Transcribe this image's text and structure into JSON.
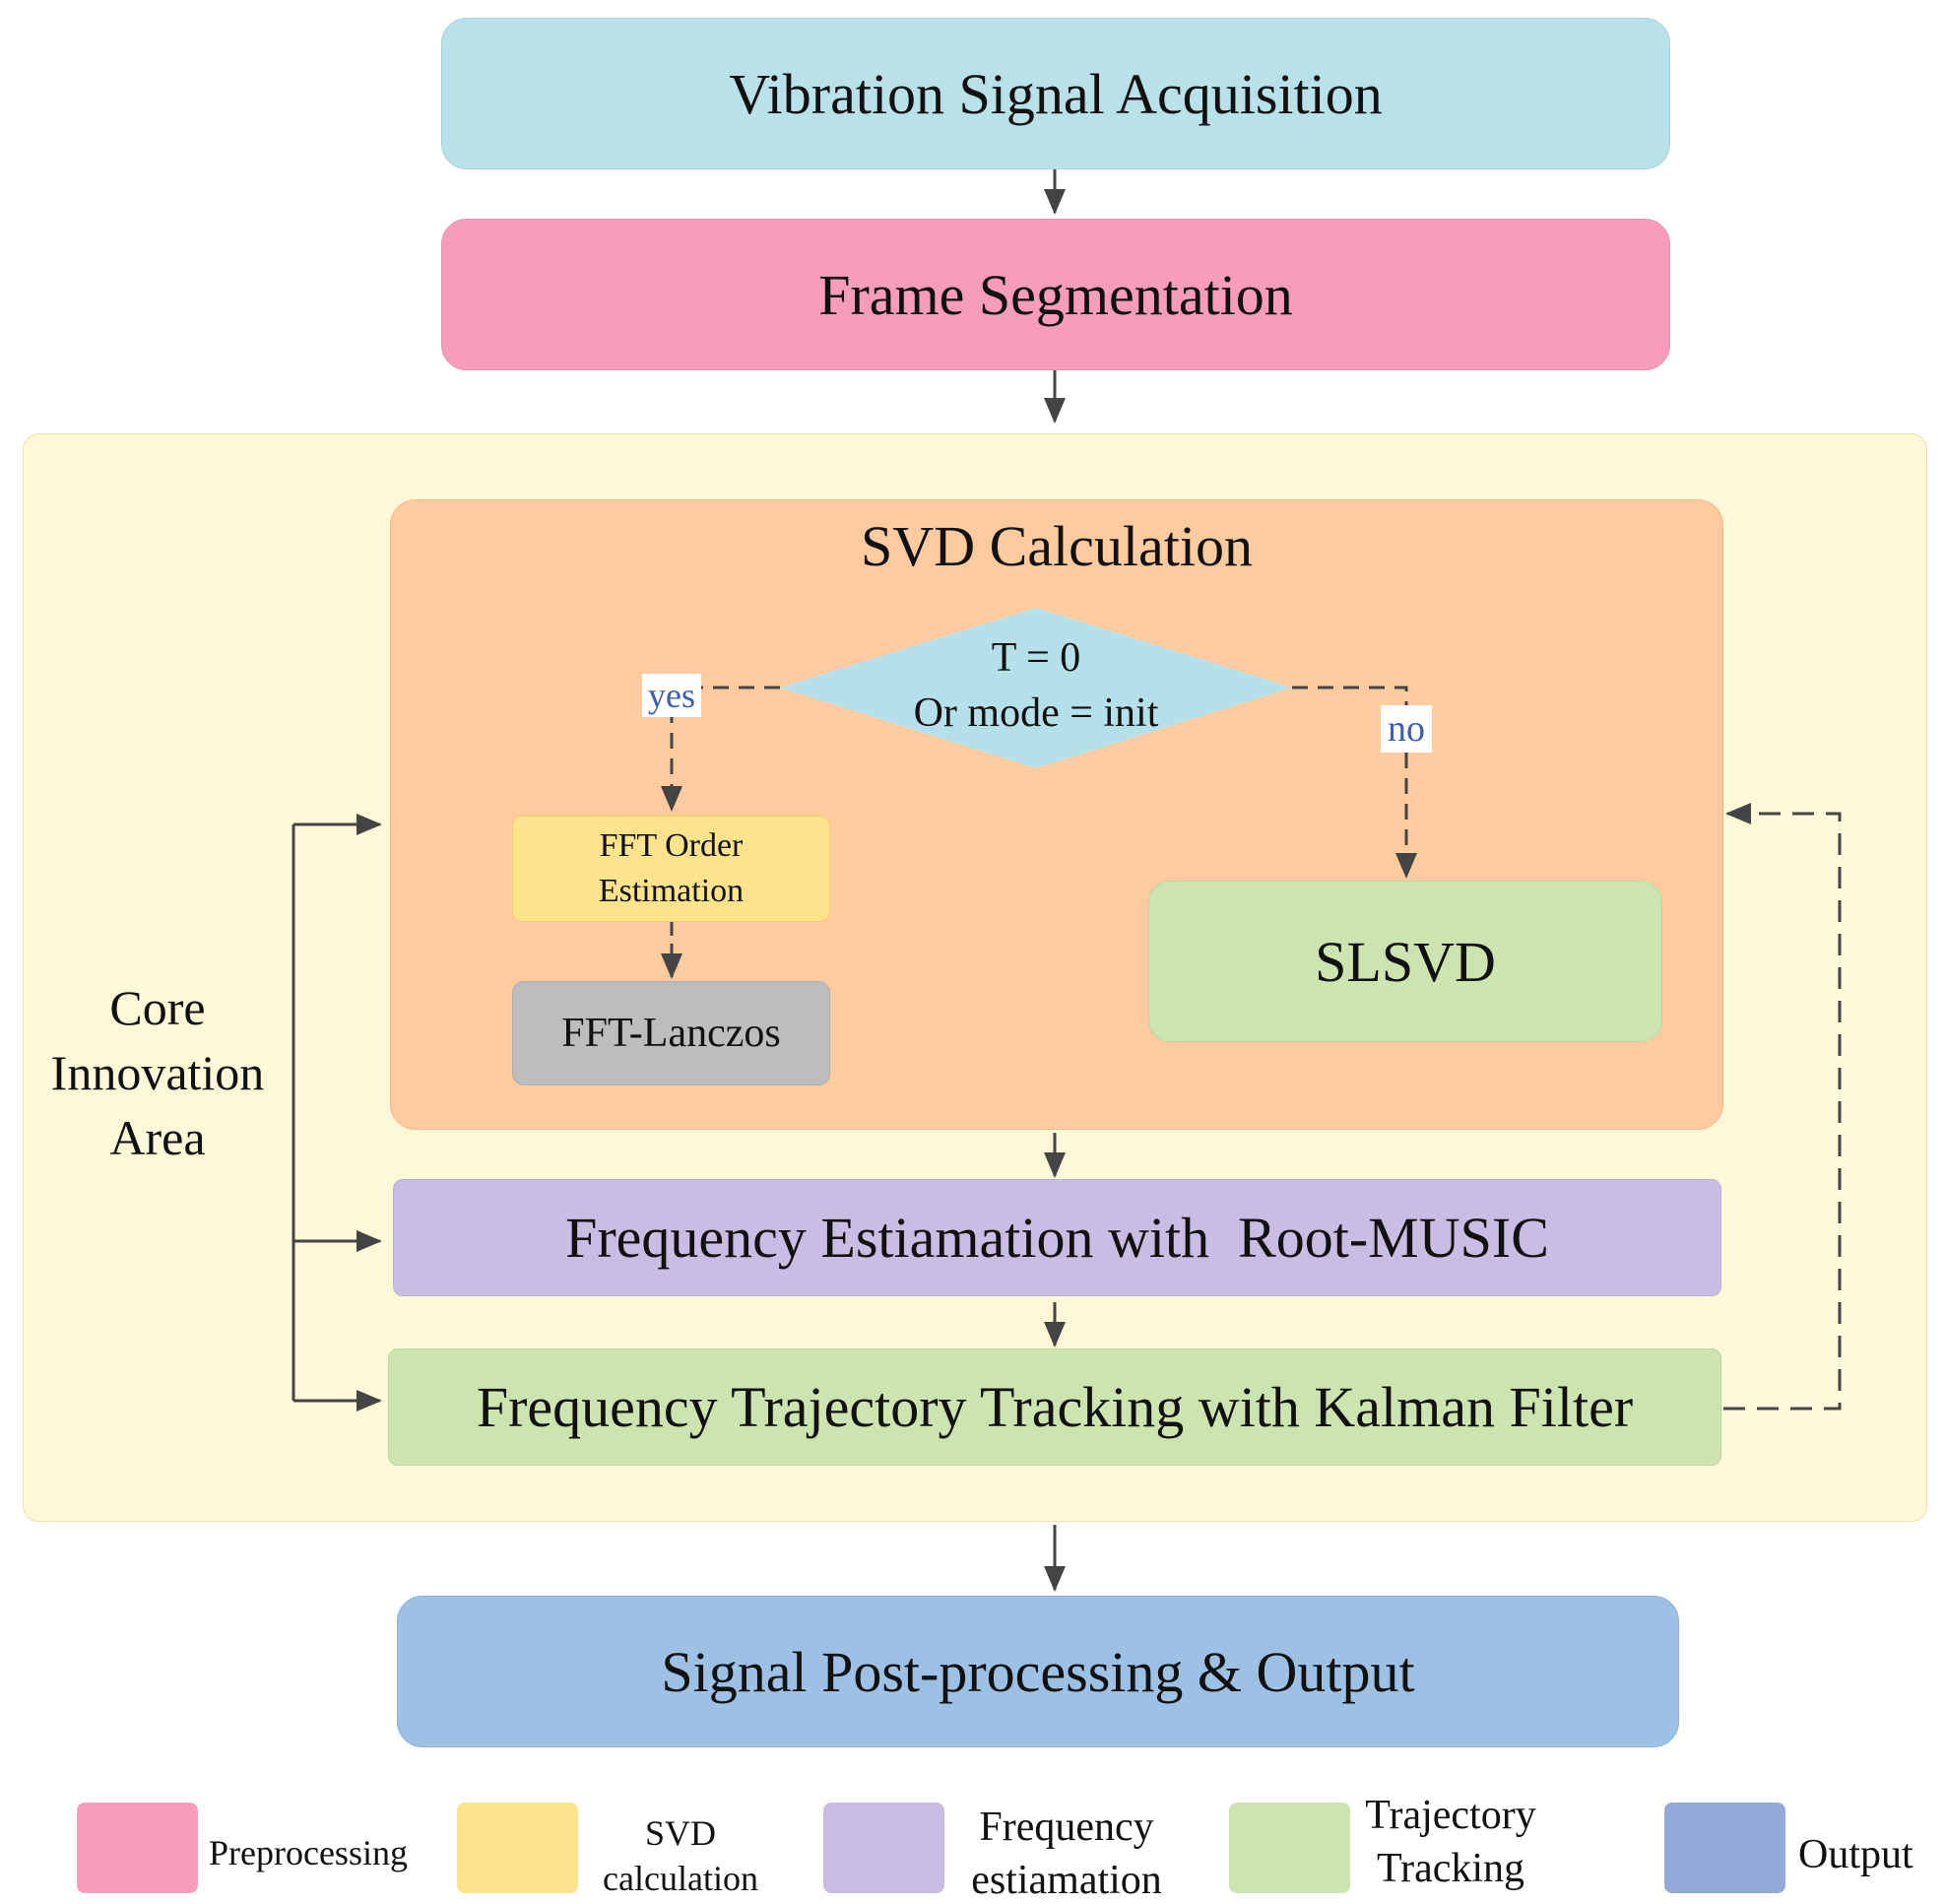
{
  "colors": {
    "acquisition": "#B9E1EA",
    "preprocessing": "#F89DB9",
    "core_area": "#FEF8D8",
    "svd_area": "#FDCB9F",
    "decision": "#B5E0EA",
    "fft_order": "#FDE38B",
    "fft_lanczos": "#BDBDBD",
    "slsvd": "#CBE4B0",
    "frequency": "#CABDE4",
    "tracking": "#CBE4B0",
    "output_box": "#9DC1E5",
    "output_legend": "#93AAD9",
    "branch_label": "#3B5FB0"
  },
  "nodes": {
    "acquisition": "Vibration Signal Acquisition",
    "segmentation": "Frame Segmentation",
    "svd_title": "SVD Calculation",
    "decision_line1": "T = 0",
    "decision_line2": "Or mode = init",
    "yes_label": "yes",
    "no_label": "no",
    "fft_order_line1": "FFT Order",
    "fft_order_line2": "Estimation",
    "fft_lanczos": "FFT-Lanczos",
    "slsvd": "SLSVD",
    "frequency": "Frequency Estiamation with  Root-MUSIC",
    "tracking": "Frequency Trajectory Tracking with Kalman Filter",
    "output": "Signal Post-processing & Output",
    "core_line1": "Core",
    "core_line2": "Innovation",
    "core_line3": "Area"
  },
  "legend": [
    {
      "lines": [
        "Preprocessing"
      ],
      "color": "#F89DB9"
    },
    {
      "lines": [
        "SVD",
        "calculation"
      ],
      "color": "#FDE38B"
    },
    {
      "lines": [
        "Frequency",
        "estiamation"
      ],
      "color": "#CABDE4"
    },
    {
      "lines": [
        "Trajectory",
        "Tracking"
      ],
      "color": "#CBE4B0"
    },
    {
      "lines": [
        "Output"
      ],
      "color": "#93AAD9"
    }
  ]
}
